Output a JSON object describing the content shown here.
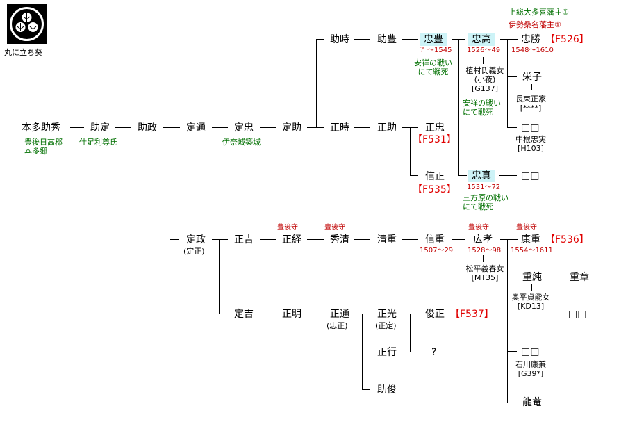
{
  "crest": {
    "caption": "丸に立ち葵",
    "icon": "aoi-crest-icon"
  },
  "header": {
    "line1": "上総大多喜藩主①",
    "line2": "伊勢桑名藩主①"
  },
  "people": {
    "sukehide": "本多助秀",
    "sukesada": "助定",
    "sukemasa": "助政",
    "sadamichi": "定通",
    "sadatada": "定忠",
    "sadasuke": "定助",
    "suketoki": "助時",
    "sukeyutaka": "助豊",
    "tadatoyo": "忠豊",
    "tadataka": "忠高",
    "tadakatsu": "忠勝",
    "eiko": "栄子",
    "unknown1": "□□",
    "masatoki": "正時",
    "masasuke": "正助",
    "masatada": "正忠",
    "nobumasa": "信正",
    "tadazane": "忠真",
    "unknown2": "□□",
    "sadamasa": "定政",
    "sadamasa_alt": "(定正)",
    "masayoshi": "正吉",
    "masatsune": "正経",
    "hidekiyo": "秀清",
    "kiyoshige": "清重",
    "nobushige": "信重",
    "hirotaka": "広孝",
    "yasushige": "康重",
    "shigezumi": "重純",
    "shigeaki": "重章",
    "unknown3": "□□",
    "sadayoshi": "定吉",
    "masaaki": "正明",
    "masamichi": "正通",
    "masamichi_alt": "(忠正)",
    "masamitsu": "正光",
    "masamitsu_alt": "(正定)",
    "toshimasa": "俊正",
    "masayuki": "正行",
    "sukeyoshi": "助俊",
    "question": "?",
    "unknown4": "□□",
    "ryuan": "龍菴"
  },
  "notes": {
    "sukehide": "豊後日高郡\n本多郷",
    "sukesada": "仕足利尊氏",
    "sadatada": "伊奈城築城",
    "tadatoyo_years": "？～1545",
    "tadatoyo_note": "安祥の戦い\nにて戦死",
    "tadataka_years": "1526～49",
    "tadataka_wife": "植村氏義女\n(小夜)\n[G137]",
    "tadataka_note": "安祥の戦い\nにて戦死",
    "tadakatsu_years": "1548～1610",
    "eiko_spouse": "長束正家\n[****]",
    "unknown1_spouse": "中根忠実\n[H103]",
    "tadazane_years": "1531～72",
    "tadazane_note": "三方原の戦い\nにて戦死",
    "bungo1": "豊後守",
    "bungo2": "豊後守",
    "bungo3": "豊後守",
    "bungo4": "豊後守",
    "nobushige_years": "1507～29",
    "hirotaka_years": "1528～98",
    "hirotaka_wife": "松平義春女\n[MT35]",
    "yasushige_years": "1554～1611",
    "shigezumi_wife": "奥平貞能女\n[KD13]",
    "unknown4_spouse": "石川康兼\n[G39*]"
  },
  "refs": {
    "tadakatsu": "【F526】",
    "masatada": "【F531】",
    "nobumasa": "【F535】",
    "yasushige": "【F536】",
    "toshimasa": "【F537】"
  }
}
